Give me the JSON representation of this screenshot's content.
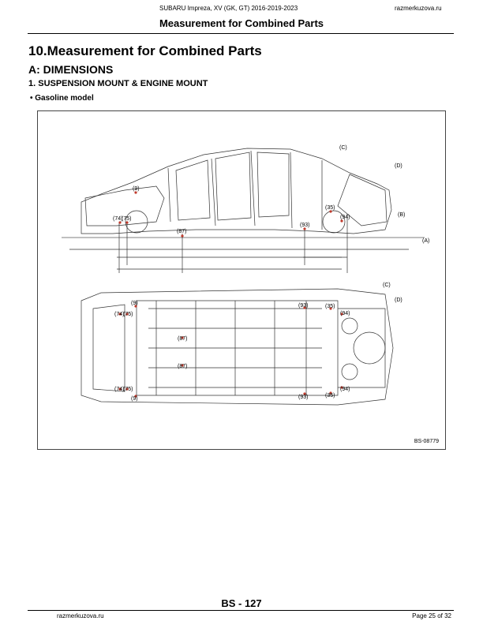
{
  "header": {
    "model": "SUBARU Impreza, XV (GK, GT) 2016-2019-2023",
    "site": "razmerkuzova.ru",
    "title": "Measurement for Combined Parts"
  },
  "section": {
    "title": "10.Measurement for Combined Parts",
    "sub_a": "A:  DIMENSIONS",
    "sub_1": "1.  SUSPENSION MOUNT & ENGINE MOUNT",
    "bullet": "• Gasoline model"
  },
  "figure": {
    "code": "BS-08779",
    "labels": {
      "c_side": "(C)",
      "d_side": "(D)",
      "b_side": "(B)",
      "a_side": "(A)",
      "p9_side": "(9)",
      "p74_side": "(74)",
      "p75_side": "(75)",
      "p87_side": "(87)",
      "p93_side": "(93)",
      "p35_side": "(35)",
      "p94_side": "(94)",
      "c_bottom": "(C)",
      "d_bottom": "(D)",
      "p9_top": "(9)",
      "p74_top": "(74)",
      "p75_top": "(75)",
      "p87_top": "(87)",
      "p87_mid": "(87)",
      "p93_top": "(93)",
      "p35_top": "(35)",
      "p94_top": "(94)",
      "p74_bot": "(74)",
      "p75_bot": "(75)",
      "p9_bot": "(9)",
      "p93_bot": "(93)",
      "p35_bot": "(35)",
      "p94_bot": "(94)"
    }
  },
  "footer": {
    "page": "BS - 127",
    "site": "razmerkuzova.ru",
    "page_count": "Page 25 of 32"
  }
}
